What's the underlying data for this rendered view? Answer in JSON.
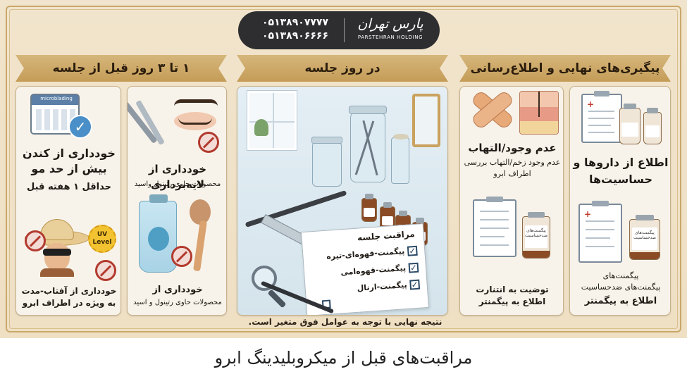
{
  "logo": {
    "phone_1": "۰۵۱۳۸۹۰۷۷۷۷",
    "phone_2": "۰۵۱۳۸۹۰۶۶۶۶",
    "brand_name": "پارس تهران",
    "brand_sub": "PARSTEHRAN HOLDING"
  },
  "columns": {
    "left": {
      "title": "۱ تا ۳ روز قبل از جلسه",
      "card_a": {
        "calendar_label": "microblading",
        "heading": "خودداری از کندن بیش از حد مو",
        "note": "حداقل ۱ هفته قبل"
      },
      "card_b": {
        "heading": "خودداری از لایه‌برداری",
        "note": "محصولات حاوی رتینول واسید"
      },
      "card_c": {
        "uv_label": "UV Level",
        "heading": "خودداری از آفتاب-مدت به ویژه در اطراف ابرو"
      },
      "card_d": {
        "heading": "خودداری از",
        "note": "محصولات حاوی رتینول و اسید"
      }
    },
    "middle": {
      "title": "در روز جلسه",
      "sheet_title": "مراقبت جلسه",
      "checks": [
        "پیگمنت-قهوه‌ای-تیره",
        "پیگمنت-قهوه‌امی",
        "پیگمنت-ارنال"
      ]
    },
    "right": {
      "title": "پیگیری‌های نهایی و اطلاع‌رسانی",
      "card_a": {
        "heading": "عدم وجود/التهاب",
        "note": "عدم وجود زخم/التهاب بررسی اطراف ابرو"
      },
      "card_b": {
        "heading": "اطلاع از داروها و حساسیت‌ها"
      },
      "card_c": {
        "vial_label": "پیگمنت‌های ضدحساسیت",
        "note": "توضیت به انتنارت اطلاع به پیگمنتر"
      },
      "card_d": {
        "vial_label": "پیگمنت‌های ضدحساسیت",
        "line1": "پیگمنت‌های",
        "line2": "پیگمنت‌های ضدحساسیت",
        "line3": "اطلاع به پیگمنتر"
      }
    }
  },
  "footer_note": "نتیجه نهایی با توجه به عوامل فوق متغیر است.",
  "caption": "مراقبت‌های قبل از میکروبلیدینگ ابرو",
  "colors": {
    "banner": "#c9a35f",
    "background": "#f0e2c8",
    "logo_pill": "#2e2e30",
    "warning_red": "#b23a2e"
  }
}
